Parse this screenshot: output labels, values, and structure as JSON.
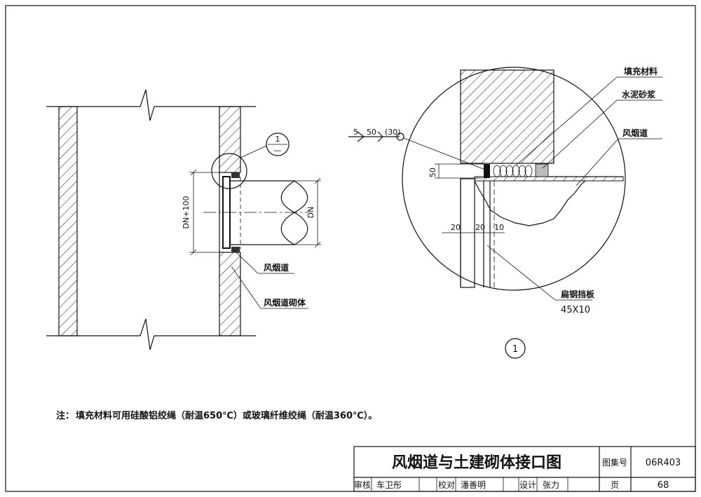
{
  "left_view": {
    "dimension_overall": "DN+100",
    "dimension_pipe": "DN",
    "detail_ref_top": "1",
    "detail_ref_bottom": "—",
    "label_duct": "风烟道",
    "label_masonry": "风烟道砌体"
  },
  "detail_view": {
    "label_fill_material": "填充材料",
    "label_cement_mortar": "水泥砂浆",
    "label_duct": "风烟道",
    "label_baffle": "扁钢挡板",
    "label_baffle_size": "45X10",
    "weld_symbol": {
      "left": "5",
      "mid": "50",
      "right": "(30)"
    },
    "dim_50": "50",
    "dim_20a": "20",
    "dim_20b": "20",
    "dim_10": "10",
    "detail_number": "1"
  },
  "note": {
    "prefix": "注：",
    "text": "填充材料可用硅酸铝绞绳（耐温650℃）或玻璃纤维绞绳（耐温360℃）。"
  },
  "title_block": {
    "title": "风烟道与土建砌体接口图",
    "atlas_label": "图集号",
    "atlas_no": "06R403",
    "review_label": "审核",
    "review_name": "车卫彤",
    "check_label": "校对",
    "check_name": "潘善明",
    "design_label": "设计",
    "design_name": "张力",
    "page_label": "页",
    "page_no": "68"
  }
}
